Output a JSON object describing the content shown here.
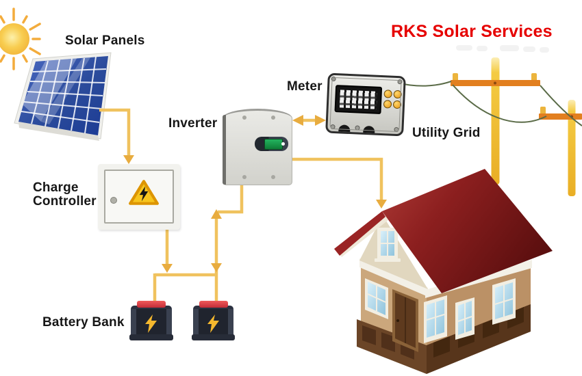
{
  "title": {
    "text": "RKS Solar Services",
    "color": "#e60000"
  },
  "labels": {
    "solar_panels": "Solar Panels",
    "charge_controller": "Charge Controller",
    "inverter": "Inverter",
    "meter": "Meter",
    "battery_bank": "Battery Bank",
    "utility_grid": "Utility Grid"
  },
  "diagram": {
    "components": [
      "Sun",
      "Solar Panels",
      "Charge Controller",
      "Battery Bank",
      "Inverter",
      "Meter",
      "Utility Grid",
      "House"
    ],
    "connections": [
      {
        "from": "Solar Panels",
        "to": "Charge Controller",
        "style": "arrow-down"
      },
      {
        "from": "Charge Controller",
        "to": "Battery Bank",
        "style": "arrow-down"
      },
      {
        "from": "Battery Bank",
        "to": "Inverter",
        "style": "bidirectional-arrows"
      },
      {
        "from": "Inverter",
        "to": "Meter",
        "style": "double-headed-arrow"
      },
      {
        "from": "Inverter",
        "to": "House",
        "style": "arrow-down"
      },
      {
        "from": "Meter",
        "to": "Utility Grid",
        "style": "green-wire"
      }
    ],
    "colors": {
      "connector_line": "#f0c25e",
      "arrowhead": "#e8ac3f",
      "wire_green": "#5a6b47",
      "panel_blue": "#2b4b9b",
      "roof_red": "#8c1f1f",
      "pole_yellow": "#f2c330",
      "crossbar_orange": "#e27f1f",
      "battery_black": "#20242e",
      "battery_cap_red": "#d93840",
      "warning_yellow": "#f7c51e"
    }
  }
}
